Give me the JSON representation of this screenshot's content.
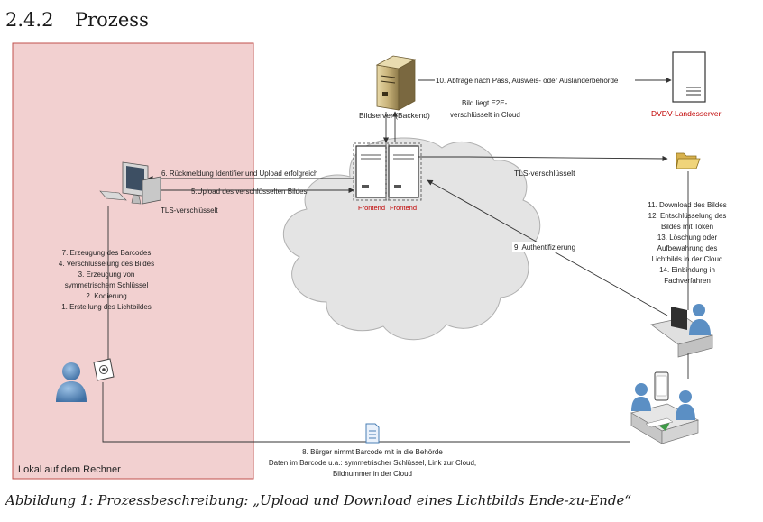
{
  "heading": {
    "number": "2.4.2",
    "title": "Prozess"
  },
  "local_zone": {
    "label": "Lokal auf dem Rechner"
  },
  "nodes": {
    "bildserver": "Bildserver (Backend)",
    "dvdv": "DVDV-Landesserver",
    "frontend_left": "Frontend",
    "frontend_right": "Frontend"
  },
  "notes": {
    "e2e": [
      "Bild liegt E2E-",
      "verschlüsselt in Cloud"
    ],
    "tls_top": "TLS-verschlüsselt",
    "tls_local": "TLS-verschlüsselt"
  },
  "steps": {
    "s10": "10. Abfrage nach Pass, Ausweis- oder Ausländerbehörde",
    "s6": "6. Rückmeldung Identifier und Upload erfolgreich",
    "s5": "5.Upload des verschlüsselten Bildes",
    "s9": "9. Authentifizierung",
    "local": [
      "7. Erzeugung des Barcodes",
      "4. Verschlüsselung des Bildes",
      "3. Erzeugung von",
      "symmetrischem Schlüssel",
      "2. Kodierung",
      "1. Erstellung des Lichtbildes"
    ],
    "download": [
      "11. Download des Bildes",
      "12. Entschlüsselung des",
      "Bildes mit Token",
      "13. Löschung oder",
      "Aufbewahrung des",
      "Lichtbilds in der Cloud",
      "14. Einbindung in",
      "Fachverfahren"
    ],
    "barcode": [
      "8. Bürger nimmt Barcode mit in die Behörde",
      "Daten im Barcode u.a.: symmetrischer Schlüssel, Link zur Cloud,",
      "Bildnummer in der Cloud"
    ]
  },
  "caption": "Abbildung 1: Prozessbeschreibung: „Upload und Download eines Lichtbilds Ende-zu-Ende“",
  "colors": {
    "local_fill": "#f2d0d0",
    "local_border": "#c0504d",
    "cloud_fill": "#e4e4e4",
    "cloud_stroke": "#b0b0b0",
    "line": "#333333",
    "folder": "#e8c96a",
    "person": "#5b8fc4"
  },
  "icons": [
    "server-tower-icon",
    "desktop-computer-icon",
    "person-icon",
    "camera-icon",
    "folder-icon",
    "document-icon",
    "office-worker-icon",
    "service-counter-icon",
    "smartphone-icon"
  ]
}
